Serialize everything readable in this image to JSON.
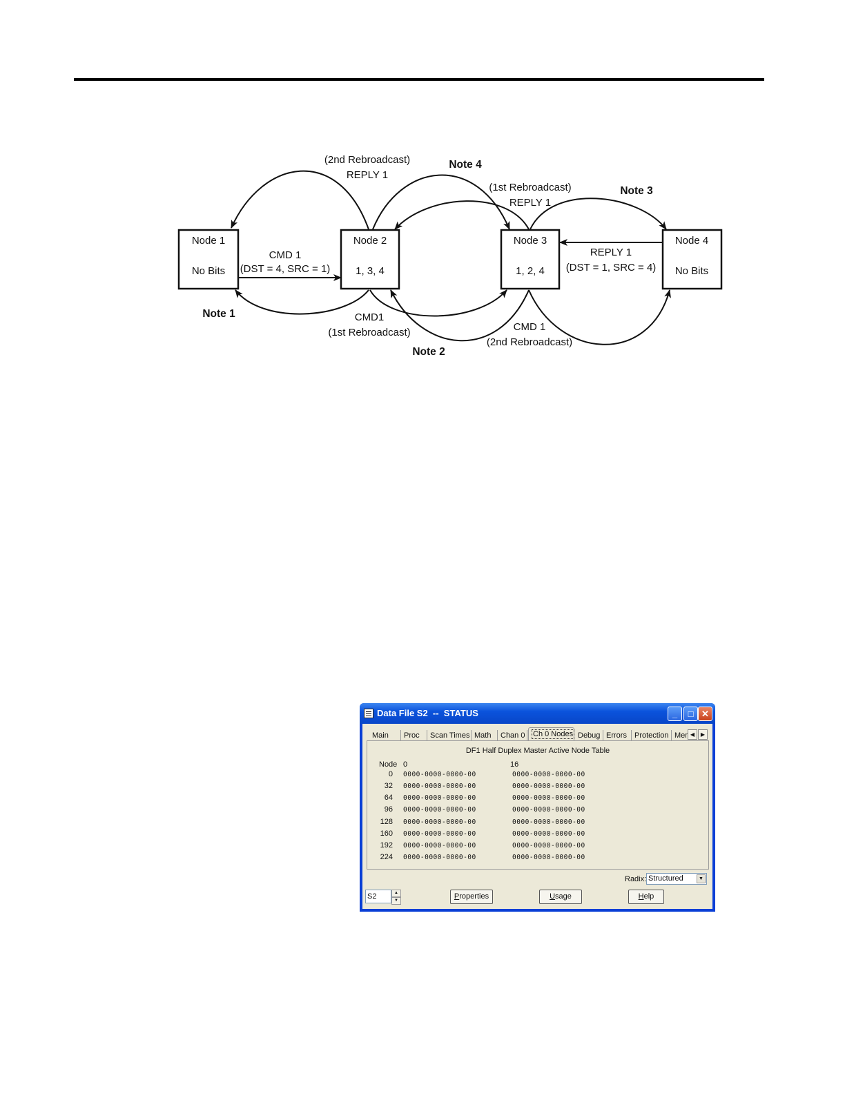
{
  "diagram": {
    "nodes": [
      {
        "name": "Node 1",
        "value": "No Bits"
      },
      {
        "name": "Node 2",
        "value": "1, 3, 4"
      },
      {
        "name": "Node 3",
        "value": "1, 2, 4"
      },
      {
        "name": "Node 4",
        "value": "No Bits"
      }
    ],
    "labels": {
      "reply_2nd_rebroadcast_a": "(2nd Rebroadcast)",
      "reply_2nd_rebroadcast_b": "REPLY 1",
      "reply_1st_rebroadcast_a": "(1st Rebroadcast)",
      "reply_1st_rebroadcast_b": "REPLY 1",
      "cmd1_a": "CMD 1",
      "cmd1_b": "(DST = 4, SRC = 1)",
      "reply1_a": "REPLY 1",
      "reply1_b": "(DST = 1, SRC = 4)",
      "cmd1_1st_a": "CMD1",
      "cmd1_1st_b": "(1st Rebroadcast)",
      "cmd1_2nd_a": "CMD 1",
      "cmd1_2nd_b": "(2nd Rebroadcast)"
    },
    "notes": {
      "note1": "Note 1",
      "note2": "Note 2",
      "note3": "Note 3",
      "note4": "Note 4"
    }
  },
  "dialog": {
    "title": "Data File S2  --  STATUS",
    "window_buttons": {
      "minimize": "_",
      "maximize": "□",
      "close": "✕"
    },
    "tabs": [
      "Main",
      "Proc",
      "Scan Times",
      "Math",
      "Chan 0",
      "Ch 0 Nodes",
      "Debug",
      "Errors",
      "Protection",
      "Mem"
    ],
    "active_tab": "Ch 0 Nodes",
    "panel_title": "DF1 Half Duplex Master Active Node Table",
    "header": {
      "node": "Node",
      "col0": "0",
      "col16": "16"
    },
    "rows": [
      {
        "index": "0",
        "bits_a": "0000-0000-0000-00",
        "bits_b": "0000-0000-0000-00"
      },
      {
        "index": "32",
        "bits_a": "0000-0000-0000-00",
        "bits_b": "0000-0000-0000-00"
      },
      {
        "index": "64",
        "bits_a": "0000-0000-0000-00",
        "bits_b": "0000-0000-0000-00"
      },
      {
        "index": "96",
        "bits_a": "0000-0000-0000-00",
        "bits_b": "0000-0000-0000-00"
      },
      {
        "index": "128",
        "bits_a": "0000-0000-0000-00",
        "bits_b": "0000-0000-0000-00"
      },
      {
        "index": "160",
        "bits_a": "0000-0000-0000-00",
        "bits_b": "0000-0000-0000-00"
      },
      {
        "index": "192",
        "bits_a": "0000-0000-0000-00",
        "bits_b": "0000-0000-0000-00"
      },
      {
        "index": "224",
        "bits_a": "0000-0000-0000-00",
        "bits_b": "0000-0000-0000-00"
      }
    ],
    "radix_label": "Radix:",
    "radix_value": "Structured",
    "address_value": "S2",
    "buttons": {
      "properties": {
        "u": "P",
        "rest": "roperties"
      },
      "usage": {
        "u": "U",
        "rest": "sage"
      },
      "help": {
        "u": "H",
        "rest": "elp"
      }
    }
  }
}
